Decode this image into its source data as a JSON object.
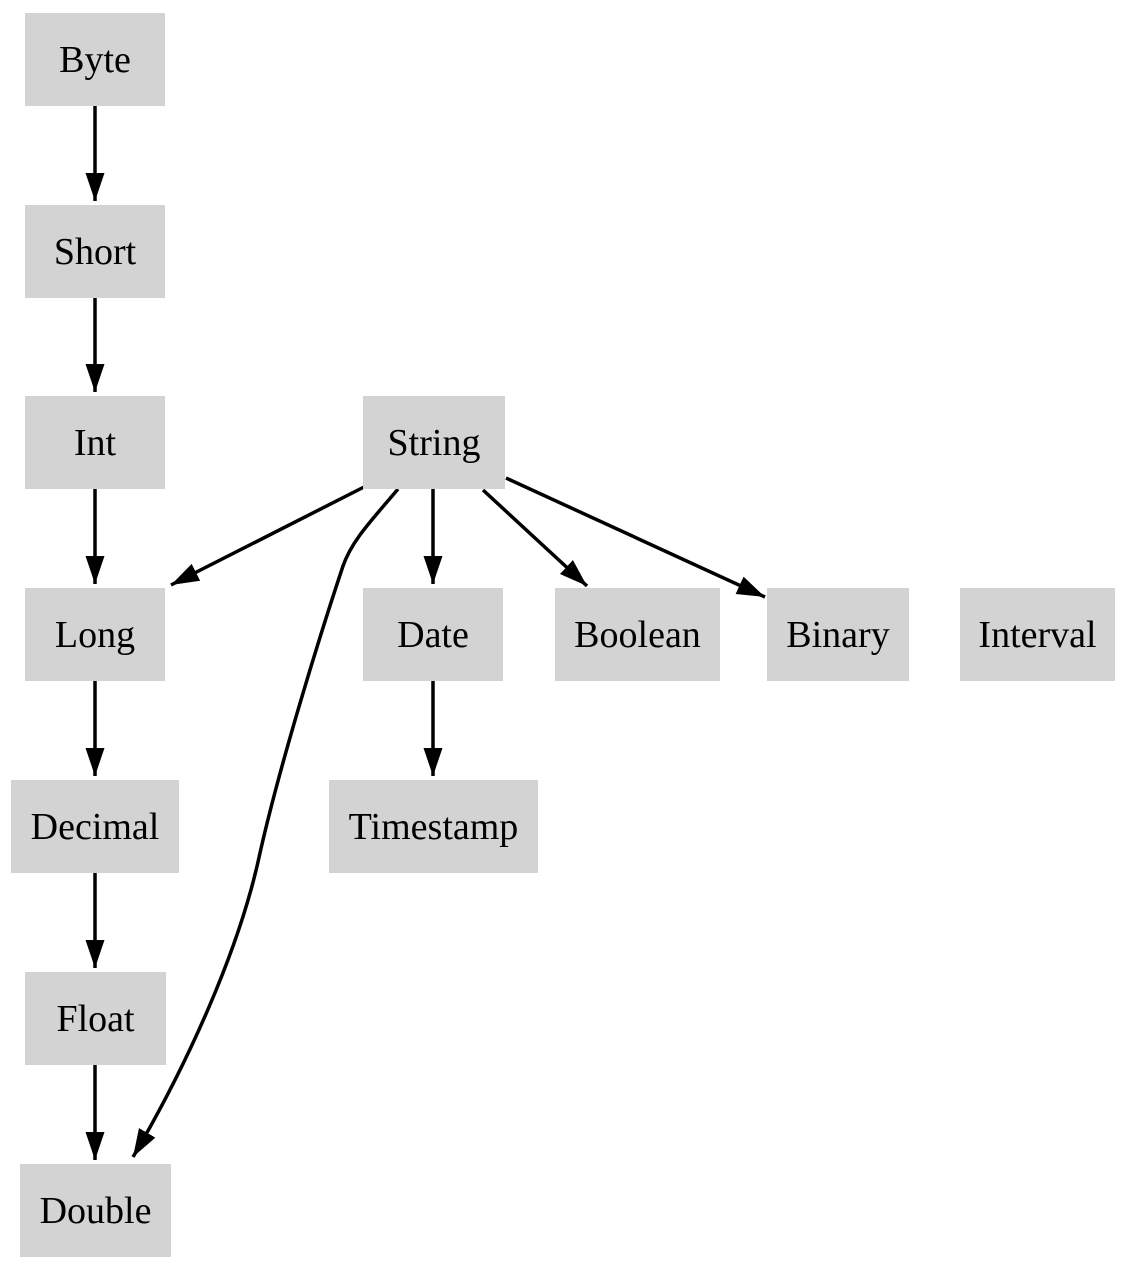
{
  "diagram": {
    "background_color": "#ffffff",
    "node_fill_color": "#d3d3d3",
    "text_color": "#000000",
    "edge_color": "#000000",
    "nodes": [
      {
        "id": "byte",
        "label": "Byte"
      },
      {
        "id": "short",
        "label": "Short"
      },
      {
        "id": "int",
        "label": "Int"
      },
      {
        "id": "long",
        "label": "Long"
      },
      {
        "id": "decimal",
        "label": "Decimal"
      },
      {
        "id": "float",
        "label": "Float"
      },
      {
        "id": "double",
        "label": "Double"
      },
      {
        "id": "string",
        "label": "String"
      },
      {
        "id": "date",
        "label": "Date"
      },
      {
        "id": "timestamp",
        "label": "Timestamp"
      },
      {
        "id": "boolean",
        "label": "Boolean"
      },
      {
        "id": "binary",
        "label": "Binary"
      },
      {
        "id": "interval",
        "label": "Interval"
      }
    ],
    "edges": [
      {
        "from": "Byte",
        "to": "Short"
      },
      {
        "from": "Short",
        "to": "Int"
      },
      {
        "from": "Int",
        "to": "Long"
      },
      {
        "from": "Long",
        "to": "Decimal"
      },
      {
        "from": "Decimal",
        "to": "Float"
      },
      {
        "from": "Float",
        "to": "Double"
      },
      {
        "from": "String",
        "to": "Long"
      },
      {
        "from": "String",
        "to": "Date"
      },
      {
        "from": "String",
        "to": "Boolean"
      },
      {
        "from": "String",
        "to": "Binary"
      },
      {
        "from": "String",
        "to": "Double"
      },
      {
        "from": "Date",
        "to": "Timestamp"
      }
    ]
  }
}
